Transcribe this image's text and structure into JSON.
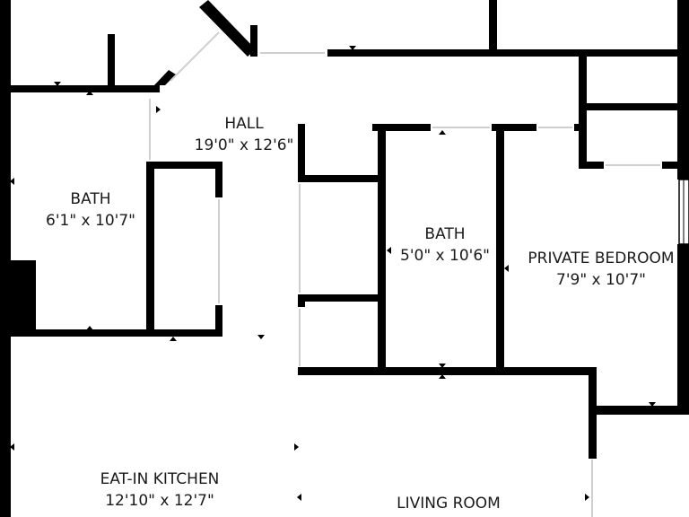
{
  "rooms": [
    {
      "name": "HALL",
      "dims": "19'0\" x 12'6\""
    },
    {
      "name": "BATH",
      "dims": "6'1\" x 10'7\""
    },
    {
      "name": "BATH",
      "dims": "5'0\" x 10'6\""
    },
    {
      "name": "PRIVATE BEDROOM",
      "dims": "7'9\" x 10'7\""
    },
    {
      "name": "EAT-IN KITCHEN",
      "dims": "12'10\" x 12'7\""
    },
    {
      "name": "LIVING ROOM",
      "dims": ""
    }
  ],
  "colors": {
    "wall": "#000000",
    "opening": "#cfcfcf",
    "background": "#ffffff"
  }
}
